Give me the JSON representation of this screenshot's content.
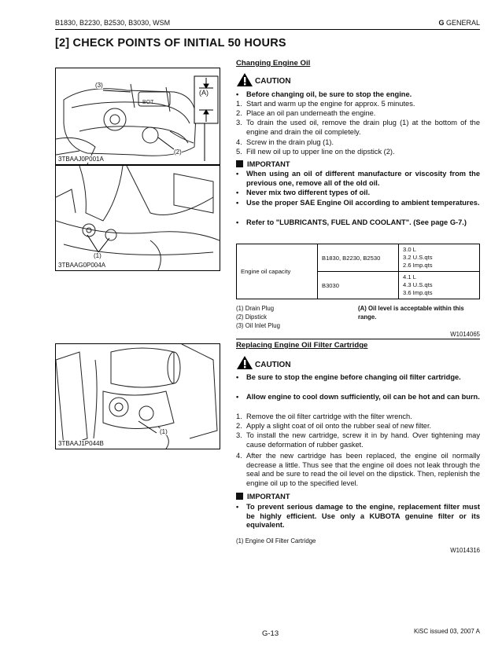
{
  "header": {
    "models": "B1830, B2230, B2530, B3030, WSM",
    "section_letter": "G",
    "section_name": "GENERAL"
  },
  "title": "[2] CHECK POINTS OF INITIAL 50 HOURS",
  "changing_oil": {
    "heading": "Changing Engine Oil",
    "caution_label": "CAUTION",
    "caution_bullet": "Before changing oil, be sure to stop the engine.",
    "steps": [
      "Start and warm up the engine for approx. 5 minutes.",
      "Place an oil pan underneath the engine.",
      "To drain the used oil, remove the drain plug (1) at the bottom of the engine and drain the oil completely.",
      "Screw in the drain plug (1).",
      "Fill new oil up to upper line on the dipstick (2)."
    ],
    "important_label": "IMPORTANT",
    "important_bullets": [
      "When using an oil of different manufacture or viscosity from the previous one, remove all of the old oil.",
      "Never mix two different types of oil.",
      "Use the proper SAE Engine Oil according to ambient temperatures.",
      "Refer to \"LUBRICANTS, FUEL AND COOLANT\". (See page G-7.)"
    ],
    "capacity_table": {
      "label": "Engine oil capacity",
      "rows": [
        {
          "models": "B1830, B2230, B2530",
          "values": [
            "3.0 L",
            "3.2 U.S.qts",
            "2.6 Imp.qts"
          ]
        },
        {
          "models": "B3030",
          "values": [
            "4.1 L",
            "4.3 U.S.qts",
            "3.6 Imp.qts"
          ]
        }
      ]
    },
    "legend": [
      "(1) Drain Plug",
      "(2) Dipstick",
      "(3) Oil Inlet Plug"
    ],
    "legend_a": "(A) Oil level is acceptable within this range.",
    "code": "W1014065"
  },
  "filter": {
    "heading": "Replacing Engine Oil Filter Cartridge",
    "caution_label": "CAUTION",
    "caution_bullets": [
      "Be sure to stop the engine before changing oil filter cartridge.",
      "Allow engine to cool down sufficiently, oil can be hot and can burn."
    ],
    "steps": [
      "Remove the oil filter cartridge with the filter wrench.",
      "Apply a slight coat of oil onto the rubber seal of new filter.",
      "To install the new cartridge, screw it in by hand. Over tightening may cause deformation of rubber gasket.",
      "After the new cartridge has been replaced, the engine oil normally decrease a little. Thus see that the engine oil does not leak through the seal and be sure to read the oil level on the dipstick. Then, replenish the engine oil up to the specified level."
    ],
    "important_label": "IMPORTANT",
    "important_bullet": "To prevent serious damage to the engine, replacement filter must be highly efficient. Use only a KUBOTA genuine filter or its equivalent.",
    "legend": "(1) Engine Oil Filter Cartridge",
    "code": "W1014316"
  },
  "figures": {
    "fig1_caption": "3TBAAJ0P001A",
    "fig1_callouts": [
      "(3)",
      "(A)",
      "(2)"
    ],
    "fig2_caption": "3TBAAG0P004A",
    "fig2_callout": "(1)",
    "fig3_caption": "3TBAAJ1P044B",
    "fig3_callout": "(1)"
  },
  "footer": {
    "page": "G-13",
    "issue": "KiSC issued 03, 2007 A"
  }
}
